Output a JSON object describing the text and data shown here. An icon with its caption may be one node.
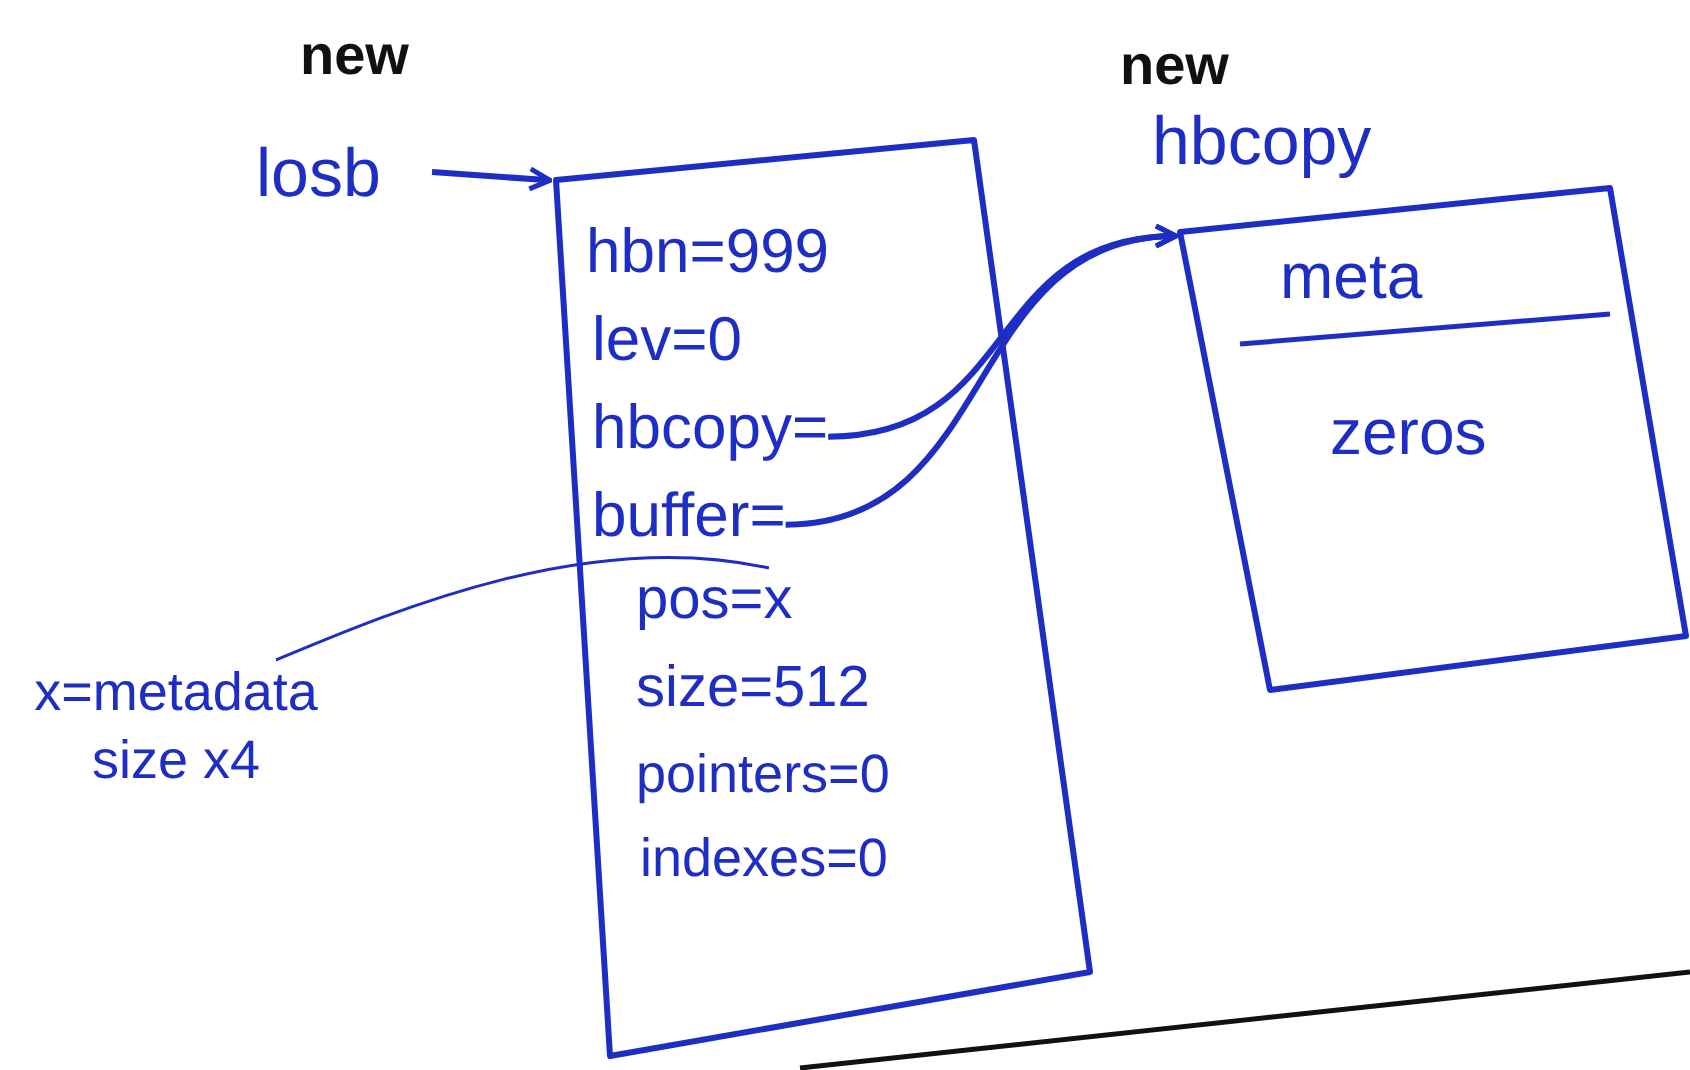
{
  "diagram": {
    "nodes": [
      {
        "text": [
          "losb"
        ],
        "beside": [
          "new"
        ]
      },
      {
        "text": [],
        "shape": "box"
      },
      {
        "text": [
          "hbn=999"
        ],
        "in": 1
      },
      {
        "text": [
          "lev=0"
        ],
        "in": 1
      },
      {
        "text": [
          "hbcopy="
        ],
        "in": 1
      },
      {
        "text": [
          "buffer="
        ],
        "in": 1
      },
      {
        "text": [
          "pos=x"
        ],
        "in": 1
      },
      {
        "text": [
          "size=512"
        ],
        "in": 1
      },
      {
        "text": [
          "pointers=0"
        ],
        "in": 1
      },
      {
        "text": [
          "indexes=0"
        ],
        "in": 1
      },
      {
        "text": [
          "hbcopy"
        ],
        "beside": [
          "new"
        ]
      },
      {
        "text": [
          "meta"
        ],
        "in": 10
      },
      {
        "text": [
          "zeros"
        ],
        "in": 10
      },
      {
        "text": [
          "x=metadata size x4"
        ]
      }
    ],
    "edges": [
      {
        "from": 0,
        "to": 1,
        "arrow": "to"
      },
      {
        "from": 4,
        "to": 10,
        "arrow": "to"
      },
      {
        "from": 5,
        "to": 10,
        "arrow": "to"
      },
      {
        "from": 13,
        "to": 6,
        "arrow": "none"
      }
    ]
  }
}
